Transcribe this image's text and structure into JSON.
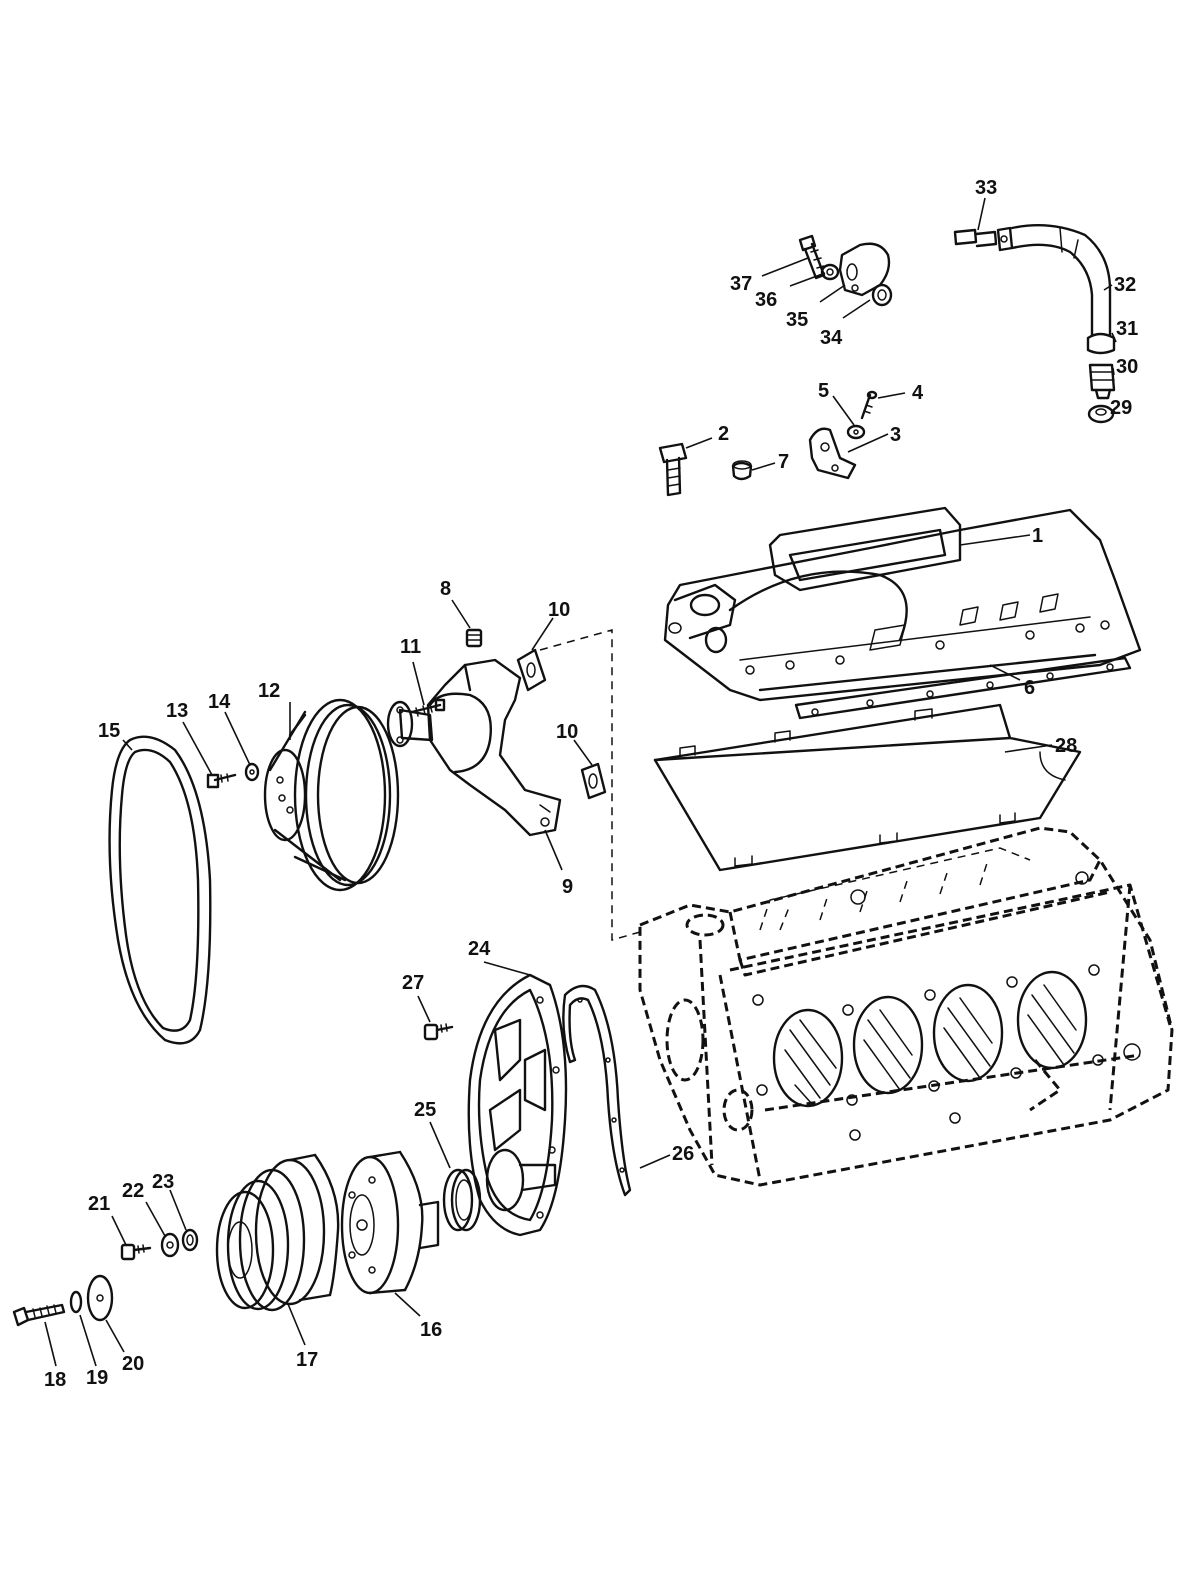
{
  "callouts": [
    {
      "id": "1",
      "label": "1",
      "part": "intake-manifold"
    },
    {
      "id": "2",
      "label": "2",
      "part": "bolt"
    },
    {
      "id": "3",
      "label": "3",
      "part": "bracket"
    },
    {
      "id": "4",
      "label": "4",
      "part": "screw"
    },
    {
      "id": "5",
      "label": "5",
      "part": "nut"
    },
    {
      "id": "6",
      "label": "6",
      "part": "manifold-gasket"
    },
    {
      "id": "7",
      "label": "7",
      "part": "plug"
    },
    {
      "id": "8",
      "label": "8",
      "part": "set-screw"
    },
    {
      "id": "9",
      "label": "9",
      "part": "water-pump"
    },
    {
      "id": "10a",
      "label": "10",
      "part": "pump-gasket-upper"
    },
    {
      "id": "10b",
      "label": "10",
      "part": "pump-gasket-lower"
    },
    {
      "id": "11",
      "label": "11",
      "part": "pump-bolt"
    },
    {
      "id": "12",
      "label": "12",
      "part": "pump-pulley"
    },
    {
      "id": "13",
      "label": "13",
      "part": "pulley-bolt"
    },
    {
      "id": "14",
      "label": "14",
      "part": "lock-washer"
    },
    {
      "id": "15",
      "label": "15",
      "part": "drive-belt"
    },
    {
      "id": "16",
      "label": "16",
      "part": "harmonic-balancer"
    },
    {
      "id": "17",
      "label": "17",
      "part": "crankshaft-pulley"
    },
    {
      "id": "18",
      "label": "18",
      "part": "balancer-bolt"
    },
    {
      "id": "19",
      "label": "19",
      "part": "washer"
    },
    {
      "id": "20",
      "label": "20",
      "part": "plate-washer"
    },
    {
      "id": "21",
      "label": "21",
      "part": "screw"
    },
    {
      "id": "22",
      "label": "22",
      "part": "lock-washer"
    },
    {
      "id": "23",
      "label": "23",
      "part": "washer"
    },
    {
      "id": "24",
      "label": "24",
      "part": "timing-cover"
    },
    {
      "id": "25",
      "label": "25",
      "part": "front-seal"
    },
    {
      "id": "26",
      "label": "26",
      "part": "timing-cover-gasket"
    },
    {
      "id": "27",
      "label": "27",
      "part": "cover-screw"
    },
    {
      "id": "28",
      "label": "28",
      "part": "valley-shield"
    },
    {
      "id": "29",
      "label": "29",
      "part": "grommet"
    },
    {
      "id": "30",
      "label": "30",
      "part": "pcv-valve"
    },
    {
      "id": "31",
      "label": "31",
      "part": "clamp"
    },
    {
      "id": "32",
      "label": "32",
      "part": "hose"
    },
    {
      "id": "33",
      "label": "33",
      "part": "fitting"
    },
    {
      "id": "34",
      "label": "34",
      "part": "spacer"
    },
    {
      "id": "35",
      "label": "35",
      "part": "lifting-bracket"
    },
    {
      "id": "36",
      "label": "36",
      "part": "washer"
    },
    {
      "id": "37",
      "label": "37",
      "part": "bolt"
    }
  ]
}
